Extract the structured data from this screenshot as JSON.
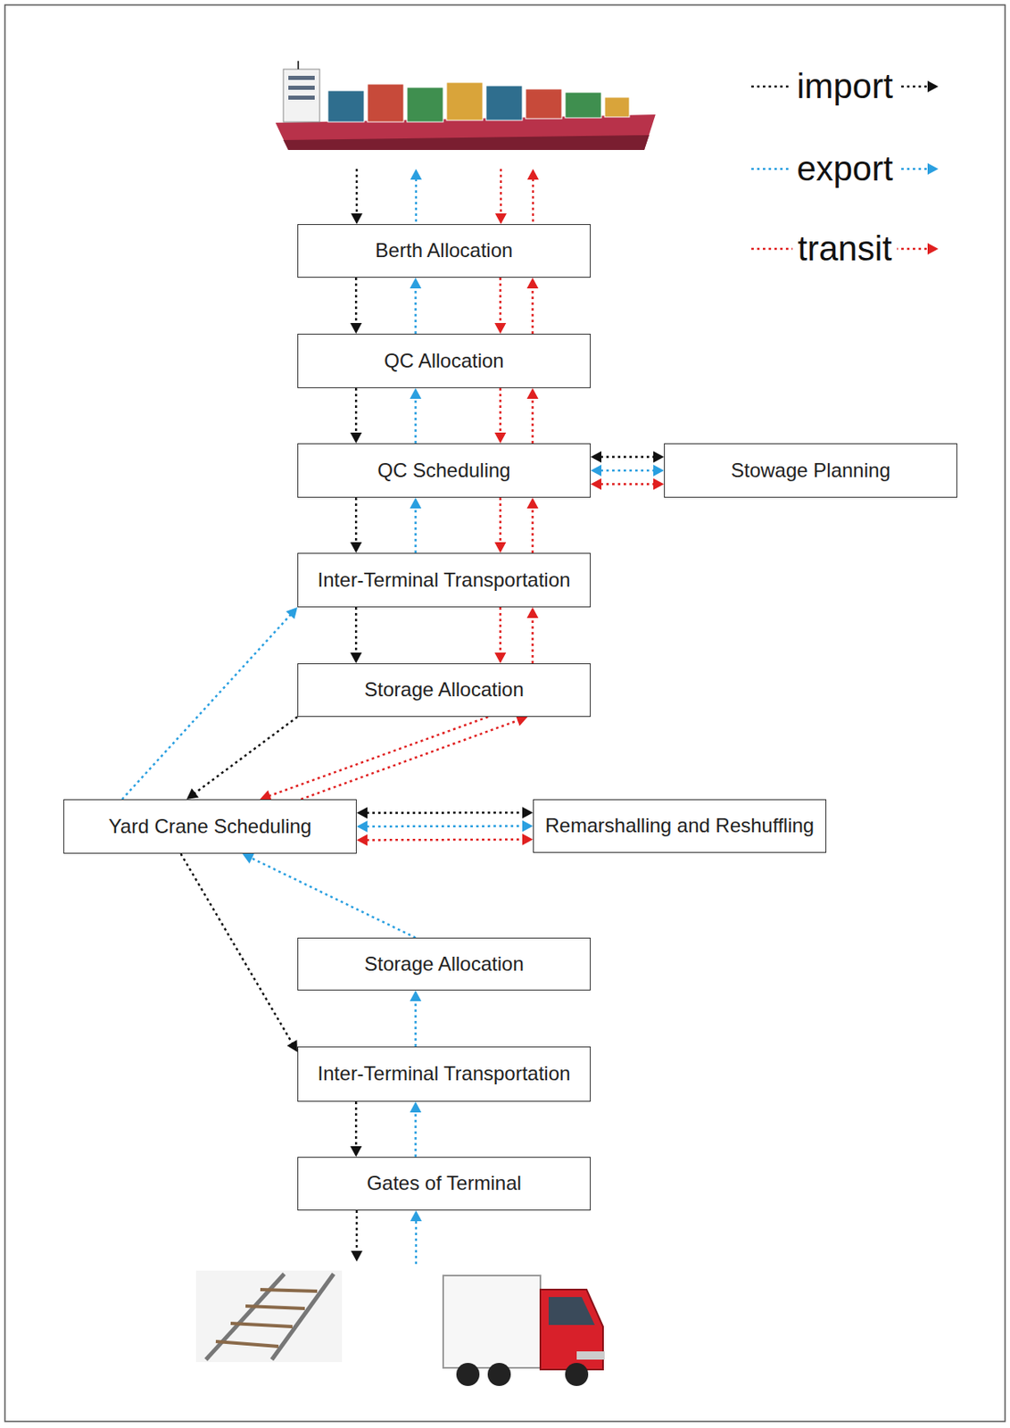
{
  "diagram": {
    "nodes": [
      {
        "text": [
          "Berth Allocation"
        ]
      },
      {
        "text": [
          "QC Allocation"
        ]
      },
      {
        "text": [
          "QC Scheduling"
        ]
      },
      {
        "text": [
          "Stowage Planning"
        ]
      },
      {
        "text": [
          "Inter-Terminal Transportation"
        ]
      },
      {
        "text": [
          "Storage Allocation"
        ]
      },
      {
        "text": [
          "Yard Crane Scheduling"
        ]
      },
      {
        "text": [
          "Remarshalling and Reshuffling"
        ]
      },
      {
        "text": [
          "Storage Allocation"
        ]
      },
      {
        "text": [
          "Inter-Terminal Transportation"
        ]
      },
      {
        "text": [
          "Gates of Terminal"
        ]
      }
    ],
    "edges": [
      {
        "from": 0,
        "to": 1,
        "arrow": "to"
      },
      {
        "from": 1,
        "to": 2,
        "arrow": "to"
      },
      {
        "from": 2,
        "to": 3,
        "arrow": "both"
      },
      {
        "from": 2,
        "to": 4,
        "arrow": "to"
      },
      {
        "from": 4,
        "to": 5,
        "arrow": "to"
      },
      {
        "from": 5,
        "to": 6,
        "arrow": "to"
      },
      {
        "from": 6,
        "to": 7,
        "arrow": "both"
      },
      {
        "from": 6,
        "to": 9,
        "arrow": "to"
      },
      {
        "from": 9,
        "to": 10,
        "arrow": "to"
      },
      {
        "from": 1,
        "to": 0,
        "arrow": "to"
      },
      {
        "from": 2,
        "to": 1,
        "arrow": "to"
      },
      {
        "from": 2,
        "to": 3,
        "arrow": "both"
      },
      {
        "from": 4,
        "to": 2,
        "arrow": "to"
      },
      {
        "from": 6,
        "to": 4,
        "arrow": "to"
      },
      {
        "from": 6,
        "to": 7,
        "arrow": "both"
      },
      {
        "from": 8,
        "to": 6,
        "arrow": "to"
      },
      {
        "from": 9,
        "to": 8,
        "arrow": "to"
      },
      {
        "from": 10,
        "to": 9,
        "arrow": "to"
      },
      {
        "from": 0,
        "to": 1,
        "arrow": "to"
      },
      {
        "from": 1,
        "to": 0,
        "arrow": "to"
      },
      {
        "from": 1,
        "to": 2,
        "arrow": "to"
      },
      {
        "from": 2,
        "to": 1,
        "arrow": "to"
      },
      {
        "from": 2,
        "to": 3,
        "arrow": "both"
      },
      {
        "from": 2,
        "to": 4,
        "arrow": "to"
      },
      {
        "from": 4,
        "to": 2,
        "arrow": "to"
      },
      {
        "from": 4,
        "to": 5,
        "arrow": "to"
      },
      {
        "from": 5,
        "to": 4,
        "arrow": "to"
      },
      {
        "from": 5,
        "to": 6,
        "arrow": "to"
      },
      {
        "from": 6,
        "to": 5,
        "arrow": "to"
      },
      {
        "from": 6,
        "to": 7,
        "arrow": "both"
      }
    ],
    "legend": [
      {
        "text": "import"
      },
      {
        "text": "export"
      },
      {
        "text": "transit"
      }
    ]
  }
}
